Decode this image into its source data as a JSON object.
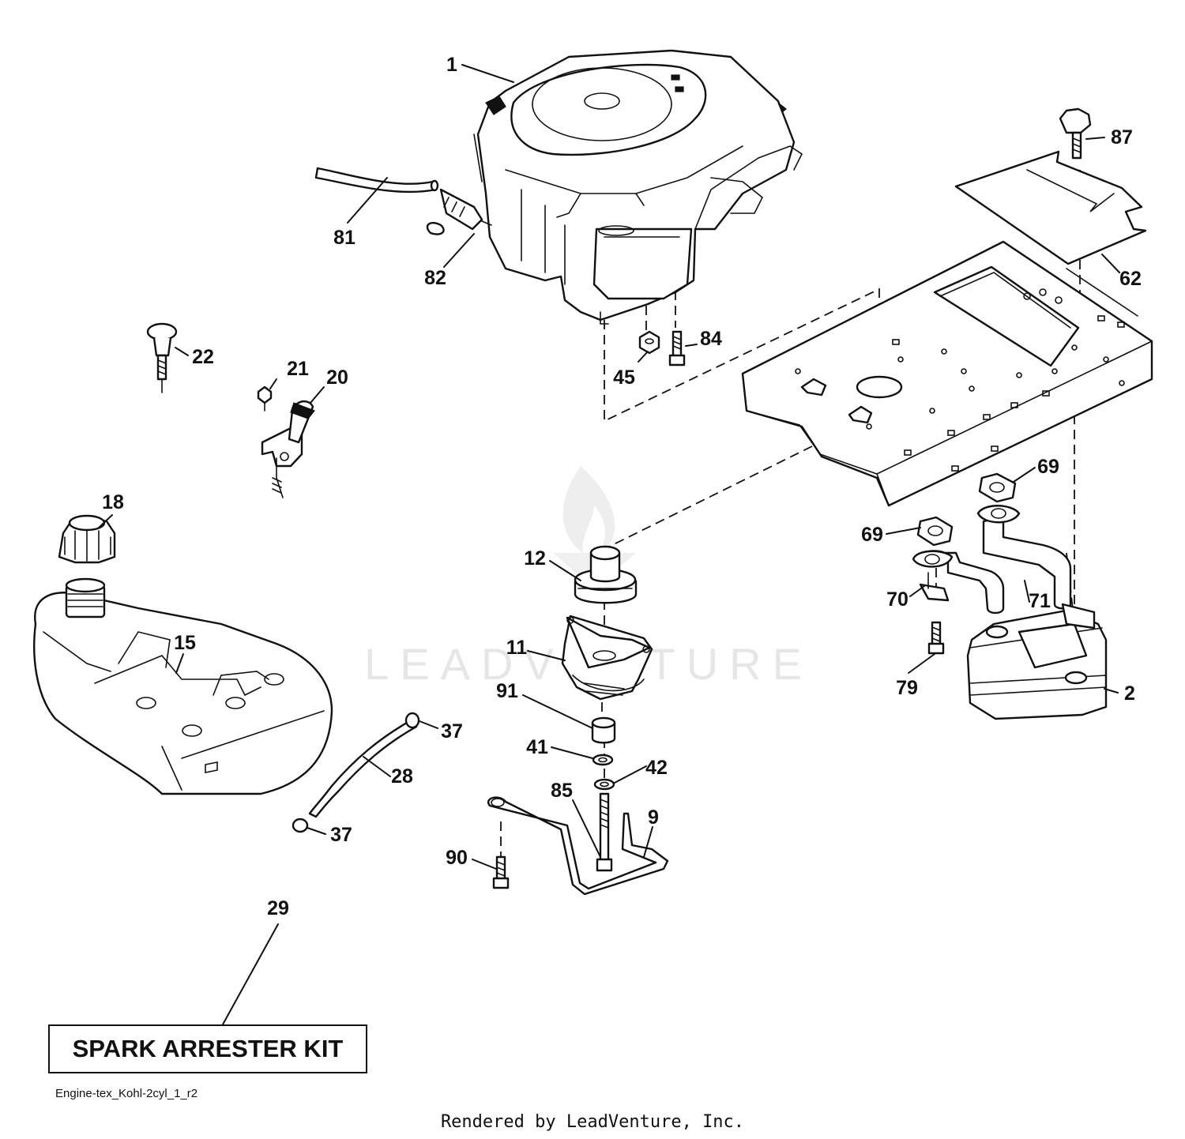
{
  "diagram": {
    "callouts": [
      {
        "id": "c1",
        "label": "1"
      },
      {
        "id": "c81",
        "label": "81"
      },
      {
        "id": "c82",
        "label": "82"
      },
      {
        "id": "c84",
        "label": "84"
      },
      {
        "id": "c45",
        "label": "45"
      },
      {
        "id": "c87",
        "label": "87"
      },
      {
        "id": "c62",
        "label": "62"
      },
      {
        "id": "c22",
        "label": "22"
      },
      {
        "id": "c21",
        "label": "21"
      },
      {
        "id": "c20",
        "label": "20"
      },
      {
        "id": "c18",
        "label": "18"
      },
      {
        "id": "c15",
        "label": "15"
      },
      {
        "id": "c12",
        "label": "12"
      },
      {
        "id": "c11",
        "label": "11"
      },
      {
        "id": "c91",
        "label": "91"
      },
      {
        "id": "c41",
        "label": "41"
      },
      {
        "id": "c42",
        "label": "42"
      },
      {
        "id": "c85",
        "label": "85"
      },
      {
        "id": "c9",
        "label": "9"
      },
      {
        "id": "c90",
        "label": "90"
      },
      {
        "id": "c37a",
        "label": "37"
      },
      {
        "id": "c37b",
        "label": "37"
      },
      {
        "id": "c28",
        "label": "28"
      },
      {
        "id": "c29",
        "label": "29"
      },
      {
        "id": "c69a",
        "label": "69"
      },
      {
        "id": "c69b",
        "label": "69"
      },
      {
        "id": "c70",
        "label": "70"
      },
      {
        "id": "c71",
        "label": "71"
      },
      {
        "id": "c79",
        "label": "79"
      },
      {
        "id": "c2",
        "label": "2"
      }
    ],
    "kit_label": "SPARK ARRESTER KIT",
    "file_id": "Engine-tex_Kohl-2cyl_1_r2",
    "rendered_by": "Rendered by LeadVenture, Inc.",
    "watermark": "LEADVENTURE"
  }
}
